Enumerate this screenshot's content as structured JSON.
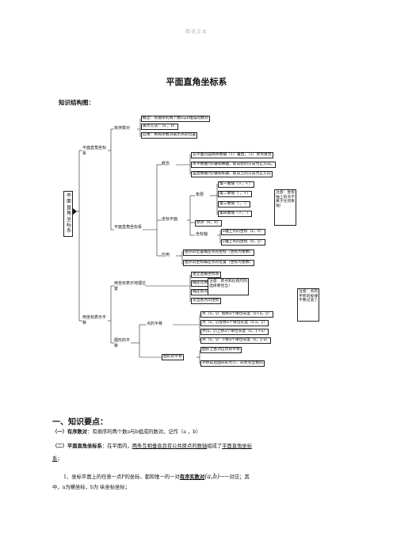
{
  "watermark": "精选文本",
  "title": "平面直角坐标系",
  "subtitle": "知识结构图：",
  "tree": {
    "root": "平面直角坐标系",
    "level1": [
      "平面直角坐标系",
      "用坐标表示平移"
    ],
    "level2": {
      "ordered_pair": "有序数对",
      "coord_system": "平面直角坐标系",
      "coord_location": "用坐标表示地理位置",
      "translation": "图形的平移"
    },
    "ordered_pair_items": [
      "概念：有顺序的两个数a与b组成的数对",
      "表示方法：（a ，b）",
      "应用：用有序数对表示点的位置"
    ],
    "concept_label": "概念",
    "concept_items": [
      "在平面内画两条数轴（1）垂直，（2）原点重合",
      "水平数轴为x轴或横轴，取向右的方向为正方向。",
      "竖直数轴为y轴或纵轴，取向上的方向为正方向"
    ],
    "coord_plane_label": "坐标平面",
    "quadrant_label": "象限",
    "quadrants": [
      "第一象限（+，+）",
      "第二象限（-，+）",
      "第三象限（-，-）",
      "第四象限（+，-）"
    ],
    "origin": "原点（0，0）",
    "axis_label": "坐标轴",
    "axis_points": [
      "x轴上点的坐标（x，0）",
      "y轴上点的坐标（0，y）"
    ],
    "quadrant_note": "注意：坐标轴上的点不属于任何象限）",
    "application_label": "应用",
    "application_items": [
      "由点的位置确定点的坐标（坐标为整数）",
      "由点的坐标确定点的位置（坐标为整数）"
    ],
    "location_items": [
      "建立直角坐标系",
      "确定比例尺",
      "确定各点的位置",
      "写出各点的坐标"
    ],
    "scale_note": "注意：原点和比例尺的选择要恰当！",
    "point_translation_label": "点的平移",
    "point_translation_items": [
      "点（x，y）右移a个单位长度（x+a，y）",
      "点（x，y)左移a个单位长度（x-a，y）",
      "点(x，y)上移a个单位长度（x，y+a）",
      "点（x，y）下移a个单位长度（x，y-a）"
    ],
    "translation_note": "注意：点的平移的规律不要记混了",
    "figure_translation_label": "图形的平移",
    "figure_translation_items": [
      "图形上各对应点的平移",
      "平移前后图形的大小、形状完全相同"
    ]
  },
  "section": {
    "heading": "一、知识要点：",
    "p1_label": "（一）有序数对",
    "p1_text": "：有顺序的两个数a与b组成的数对。记作（a ，b）",
    "p2_label": "（二）平面直角坐标系",
    "p2_text_a": "：在平面内，",
    "p2_text_b": "两条互相垂直且有公共原点的数轴",
    "p2_text_c": "组成了",
    "p2_text_d": "平面直角坐标",
    "p2_text_e": "系",
    "p2_text_f": "；",
    "p3_a": "1、坐标平面上的任意一点P的坐标，都和惟一的一对",
    "p3_b": "有序实数对",
    "p3_c": "(a,b)",
    "p3_d": "一一对应；其",
    "p4": "中，a为横坐标，b为 纵坐标坐标；"
  }
}
